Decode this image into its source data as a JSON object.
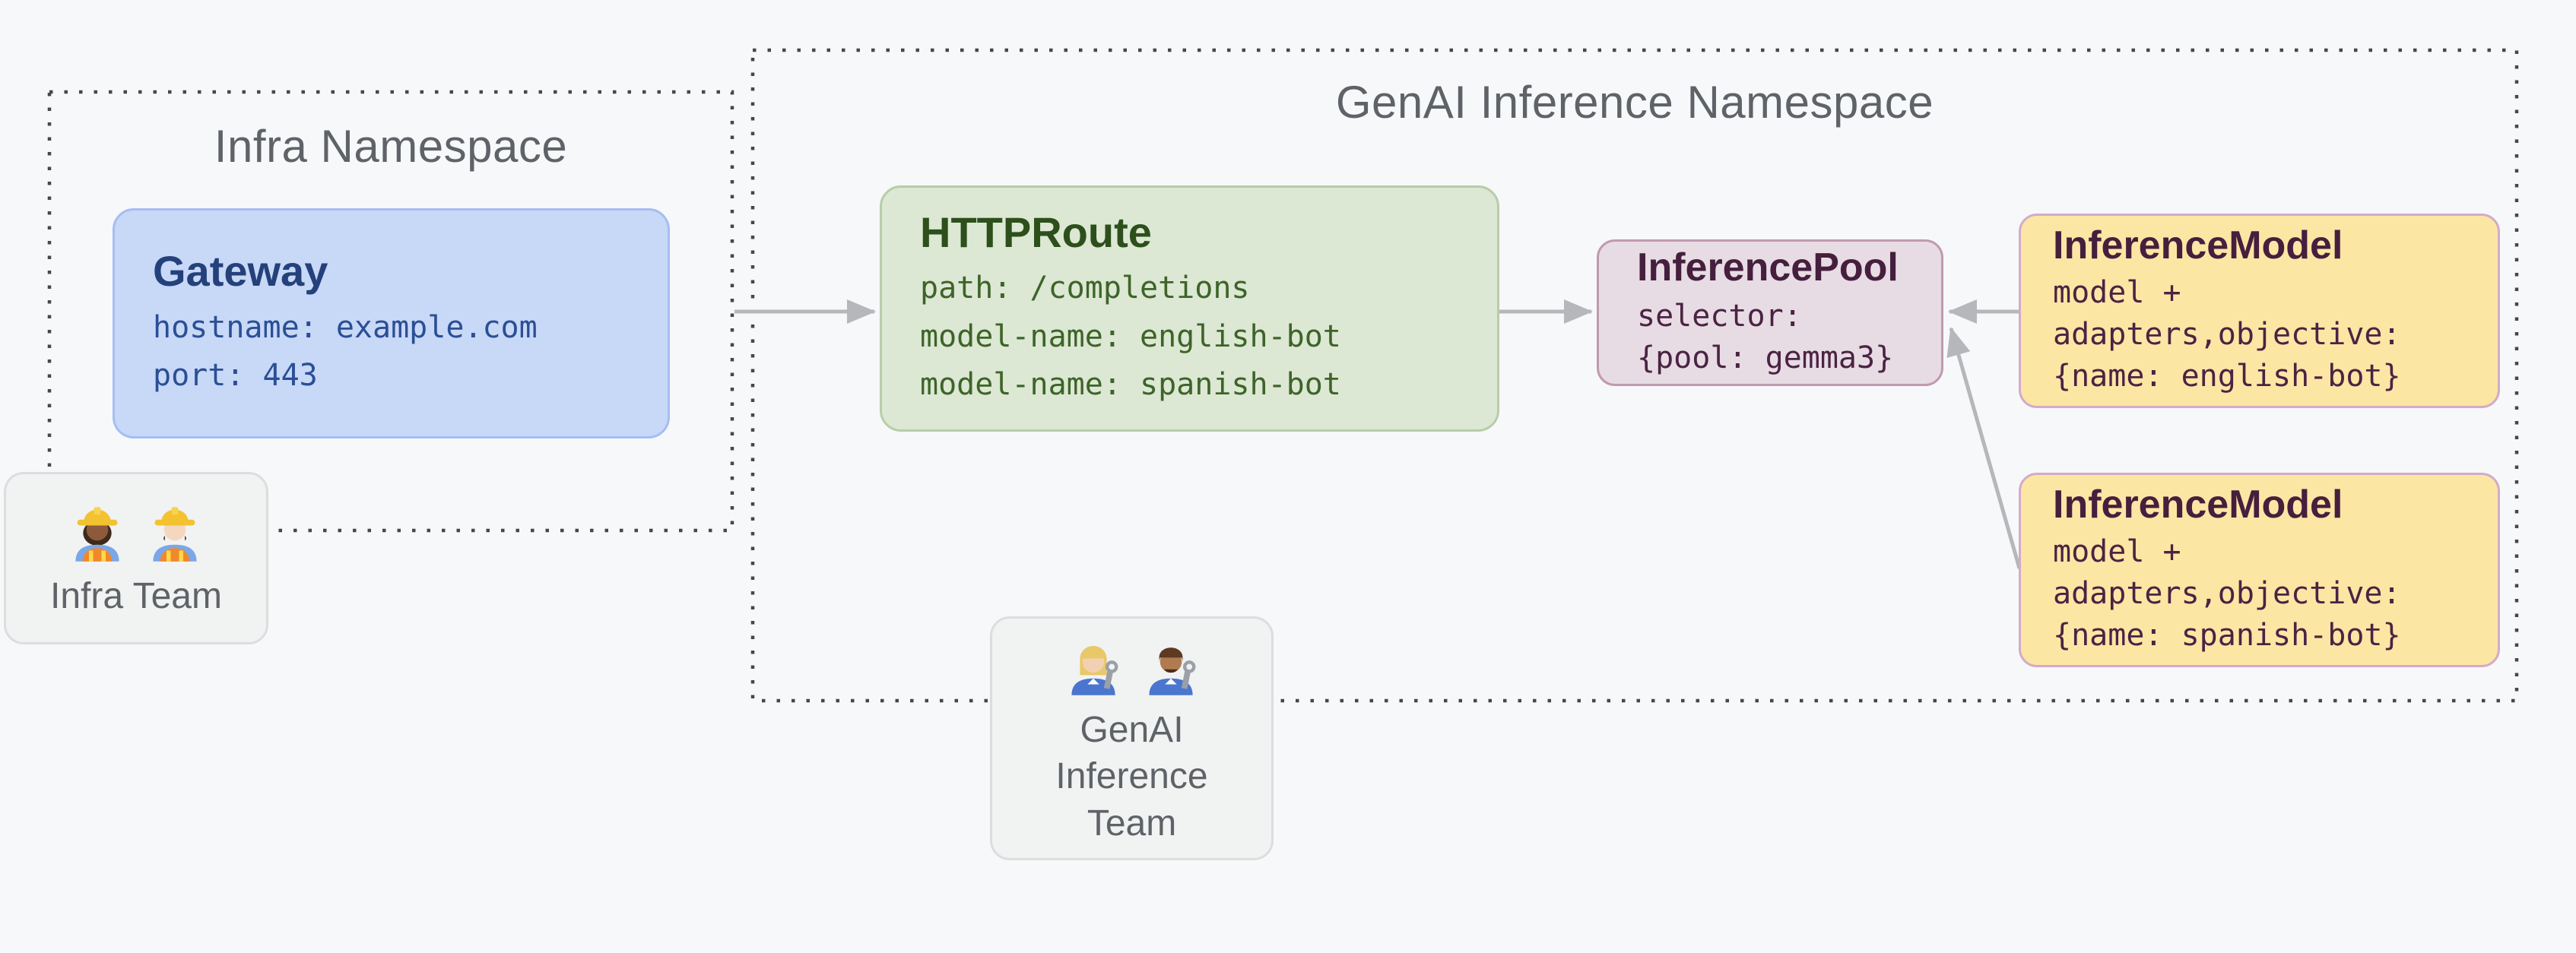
{
  "page": {
    "background_color": "#f7f8fa"
  },
  "namespaces": {
    "infra": {
      "title": "Infra Namespace"
    },
    "genai": {
      "title": "GenAI Inference Namespace"
    }
  },
  "nodes": {
    "gateway": {
      "title": "Gateway",
      "lines": [
        "hostname: example.com",
        "port: 443"
      ],
      "fill": "#c8d8f7",
      "border": "#a6bdf2",
      "text_color": "#2a4f95"
    },
    "httproute": {
      "title": "HTTPRoute",
      "lines": [
        "path: /completions",
        "model-name: english-bot",
        "model-name: spanish-bot"
      ],
      "fill": "#dce8d3",
      "border": "#b7cda9",
      "text_color": "#3e6429"
    },
    "inference_pool": {
      "title": "InferencePool",
      "lines": [
        "selector:",
        "{pool: gemma3}"
      ],
      "fill": "#e8dce4",
      "border": "#c09aaf",
      "text_color": "#4b2343"
    },
    "inference_model_english": {
      "title": "InferenceModel",
      "lines": [
        "model +",
        "adapters,objective:",
        "{name: english-bot}"
      ],
      "fill": "#fce6a4",
      "border": "#d3abc9",
      "text_color": "#4b2343"
    },
    "inference_model_spanish": {
      "title": "InferenceModel",
      "lines": [
        "model +",
        "adapters,objective:",
        "{name: spanish-bot}"
      ],
      "fill": "#fce6a4",
      "border": "#d3abc9",
      "text_color": "#4b2343"
    }
  },
  "teams": {
    "infra": {
      "label": "Infra Team",
      "icons": [
        "construction-worker-woman-emoji",
        "construction-worker-man-emoji"
      ]
    },
    "genai": {
      "label": "GenAI Inference Team",
      "icons": [
        "mechanic-woman-emoji",
        "mechanic-man-emoji"
      ]
    }
  },
  "connectors": {
    "color": "#b6b7bb",
    "edges": [
      "gateway to httproute",
      "httproute to inference_pool",
      "inference_model_english to inference_pool",
      "inference_model_spanish to inference_pool"
    ]
  }
}
